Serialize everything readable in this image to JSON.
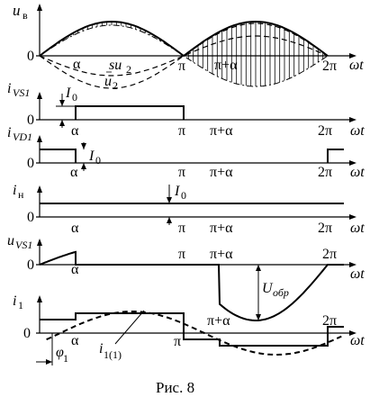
{
  "figure": {
    "caption": "Рис. 8",
    "panels": [
      {
        "id": "ub",
        "y_label": "u",
        "y_sub": "в",
        "x_label": "ωt",
        "x_sub": "",
        "ticks": [
          "α",
          "π",
          "π+α",
          "2π"
        ],
        "zero_label": "0",
        "curve_labels": [
          "su",
          "2",
          "u",
          "2"
        ]
      },
      {
        "id": "ivs1",
        "y_label": "i",
        "y_sub": "VS1",
        "x_label": "ωt",
        "ticks": [
          "α",
          "π",
          "π+α",
          "2π"
        ],
        "zero_label": "0",
        "annotation": "I",
        "annotation_sub": "0"
      },
      {
        "id": "ivd1",
        "y_label": "i",
        "y_sub": "VD1",
        "x_label": "ωt",
        "ticks": [
          "α",
          "π",
          "π+α",
          "2π"
        ],
        "zero_label": "0",
        "annotation": "I",
        "annotation_sub": "0"
      },
      {
        "id": "in",
        "y_label": "i",
        "y_sub": "н",
        "x_label": "ωt",
        "ticks": [
          "α",
          "π",
          "π+α",
          "2π"
        ],
        "zero_label": "0",
        "annotation": "I",
        "annotation_sub": "0"
      },
      {
        "id": "uvs1",
        "y_label": "u",
        "y_sub": "VS1",
        "x_label": "ωt",
        "ticks": [
          "α",
          "π",
          "π+α",
          "2π"
        ],
        "zero_label": "0",
        "annotation": "U",
        "annotation_sub": "обр"
      },
      {
        "id": "i1",
        "y_label": "i",
        "y_sub": "1",
        "x_label": "ωt",
        "ticks": [
          "α",
          "π",
          "π+α",
          "2π"
        ],
        "zero_label": "0",
        "annotation": "i",
        "annotation_sub": "1(1)",
        "phase_label": "φ",
        "phase_sub": "1"
      }
    ]
  }
}
